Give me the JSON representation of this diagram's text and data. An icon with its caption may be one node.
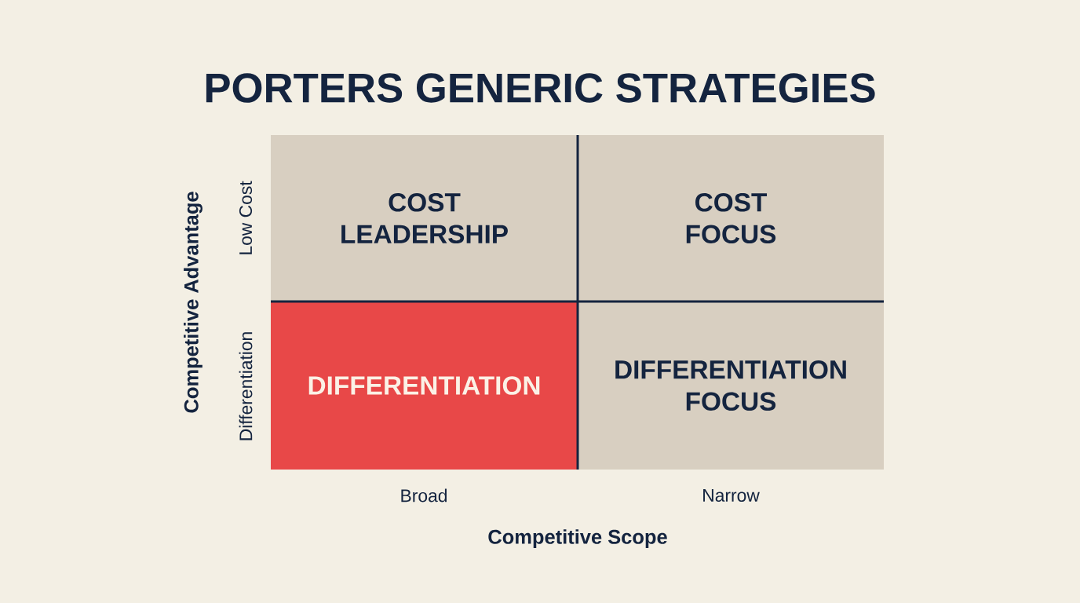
{
  "diagram": {
    "title": "PORTERS GENERIC STRATEGIES",
    "nodes": [
      {
        "text": [
          "COST LEADERSHIP"
        ]
      },
      {
        "text": [
          "COST FOCUS"
        ]
      },
      {
        "text": [
          "DIFFERENTIATION"
        ]
      },
      {
        "text": [
          "DIFFERENTIATION FOCUS"
        ]
      }
    ],
    "edges": [],
    "labels": [
      "Competitive Advantage",
      "Low Cost",
      "Differentiation",
      "Broad",
      "Narrow",
      "Competitive Scope"
    ]
  }
}
